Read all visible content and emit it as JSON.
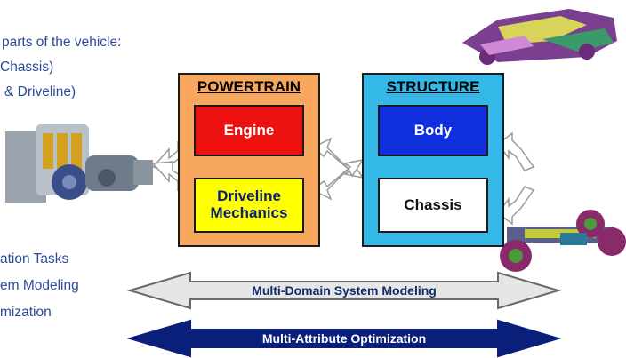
{
  "left_text": {
    "line1": "parts of the vehicle:",
    "line2": "Chassis)",
    "line3": "& Driveline)",
    "line4": "ation Tasks",
    "line5": "em Modeling",
    "line6": "mization"
  },
  "powertrain": {
    "title": "POWERTRAIN",
    "engine": "Engine",
    "driveline_line1": "Driveline",
    "driveline_line2": "Mechanics"
  },
  "structure": {
    "title": "STRUCTURE",
    "body": "Body",
    "chassis": "Chassis"
  },
  "arrows": {
    "modeling": "Multi-Domain System Modeling",
    "optimization": "Multi-Attribute Optimization"
  },
  "icons": [
    "engine-image",
    "car-body-image",
    "chassis-image",
    "double-arrow-icon"
  ],
  "colors": {
    "text_blue": "#2b4a9b",
    "powertrain_bg": "#f7a85e",
    "engine_bg": "#ee1111",
    "driveline_bg": "#ffff00",
    "structure_bg": "#33b8e8",
    "body_bg": "#1030e0",
    "chassis_bg": "#ffffff",
    "modeling_arrow": "#e6e6e6",
    "optimization_arrow": "#0a1f7a"
  }
}
